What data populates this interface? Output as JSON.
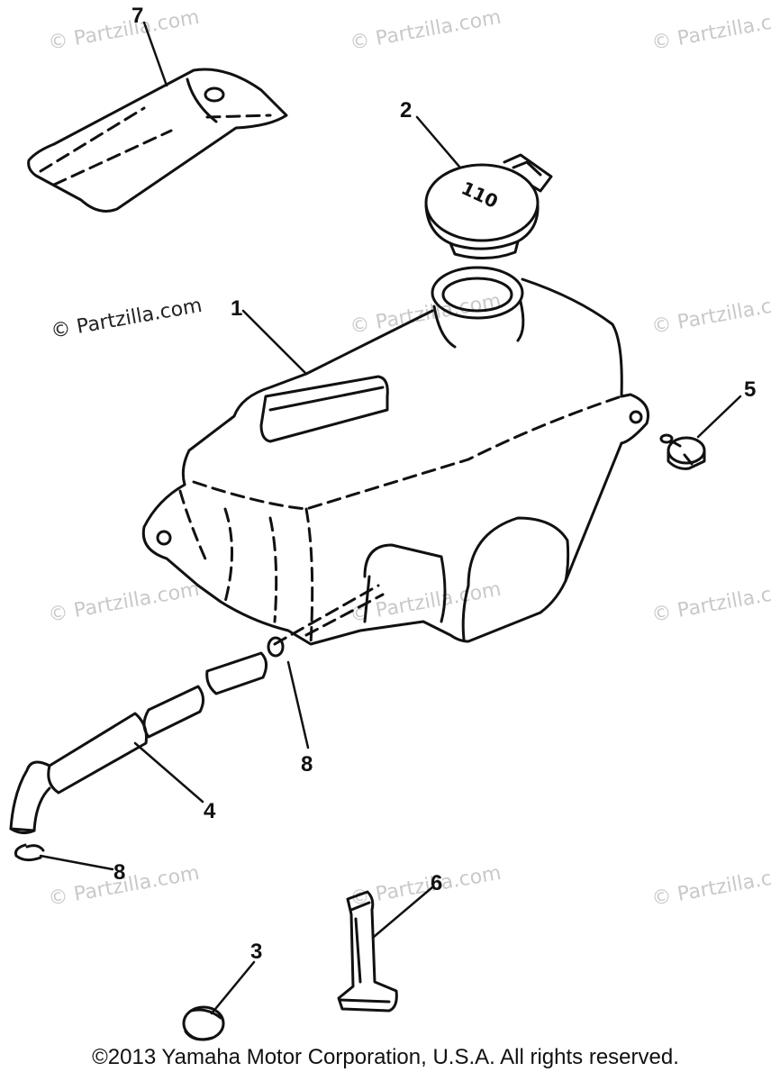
{
  "watermarks": {
    "light": "© Partzilla.com",
    "dark": "© Partzilla.com"
  },
  "callouts": {
    "part_1": "1",
    "part_2": "2",
    "part_3": "3",
    "part_4": "4",
    "part_5": "5",
    "part_6": "6",
    "part_7": "7",
    "part_8a": "8",
    "part_8b": "8"
  },
  "cap_marking": "110",
  "footer": {
    "copyright": "©2013 Yamaha Motor Corporation, U.S.A. All rights reserved."
  },
  "icons": {
    "tank": "oil-tank-icon",
    "cap": "tank-cap-icon",
    "grommet": "grommet-icon",
    "hose": "hose-icon",
    "bolt": "bolt-icon",
    "band": "band-icon",
    "damper": "damper-icon",
    "clip": "clip-icon"
  }
}
